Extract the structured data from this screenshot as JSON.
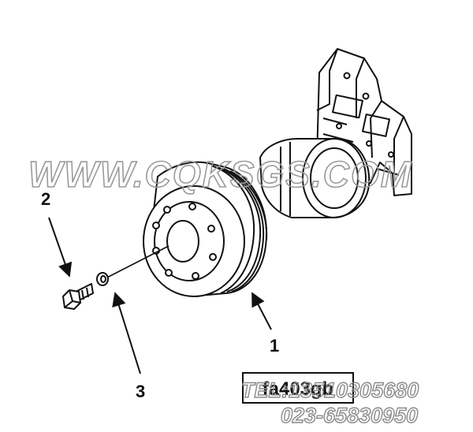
{
  "diagram": {
    "callouts": [
      "1",
      "2",
      "3"
    ],
    "part_code": "fa403gb"
  },
  "watermark": {
    "site": "WWW.CQKSGS.COM",
    "tel": "TEL:13510305680",
    "phone": "023-65830950"
  },
  "colors": {
    "line": "#111111",
    "watermark": "#9a9a9a",
    "background": "#ffffff"
  }
}
